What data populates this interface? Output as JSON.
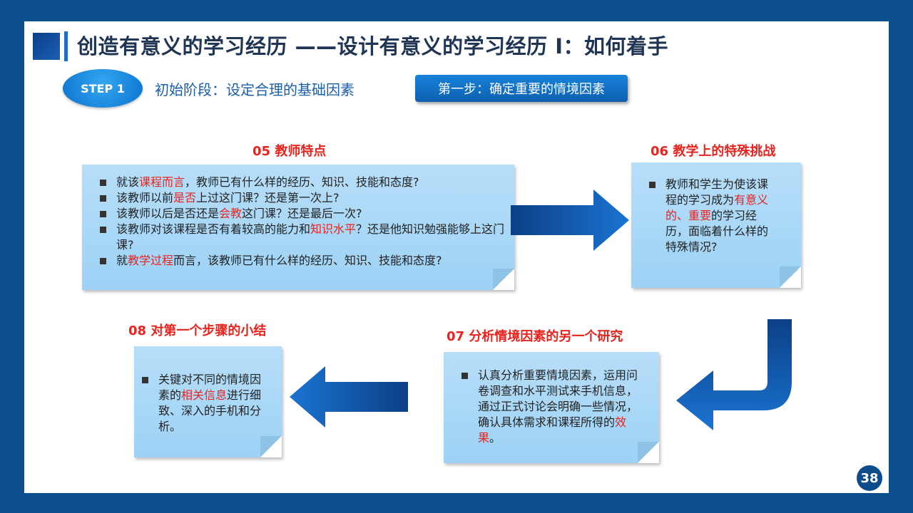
{
  "header": {
    "title": "创造有意义的学习经历 ——设计有意义的学习经历 Ⅰ：如何着手"
  },
  "step": {
    "badge": "STEP 1",
    "stage": "初始阶段：设定合理的基础因素",
    "box": "第一步：确定重要的情境因素"
  },
  "sections": {
    "s05": {
      "title": "05  教师特点",
      "items": [
        {
          "a": "就该",
          "h": "课程而言",
          "b": "，教师已有什么样的经历、知识、技能和态度?"
        },
        {
          "a": "该教师以前",
          "h": "是否",
          "b": "上过这门课？还是第一次上?"
        },
        {
          "a": "该教师以后是否还是",
          "h": "会教",
          "b": "这门课？还是最后一次?"
        },
        {
          "a": "该教师对该课程是否有着较高的能力和",
          "h": "知识水平",
          "b": "？还是他知识勉强能够上这门课?"
        },
        {
          "a": "就",
          "h": "教学过程",
          "b": "而言，该教师已有什么样的经历、知识、技能和态度?"
        }
      ]
    },
    "s06": {
      "title": "06  教学上的特殊挑战",
      "item": {
        "a": "教师和学生为使该课程的学习成为",
        "h1": "有意义的",
        "m": "、",
        "h2": "重要",
        "b": "的学习经历，面临着什么样的特殊情况?"
      }
    },
    "s07": {
      "title": "07  分析情境因素的另一个研究",
      "item": {
        "a": "认真分析重要情境因素，运用问卷调查和水平测试来手机信息，通过正式讨论会明确一些情况，确认具体需求和课程所得的",
        "h": "效果",
        "b": "。"
      }
    },
    "s08": {
      "title": "08  对第一个步骤的小结",
      "item": {
        "a": "关键对不同的情境因素的",
        "h": "相关信息",
        "b": "进行细致、深入的手机和分析。"
      }
    }
  },
  "page": {
    "number": "38"
  },
  "colors": {
    "background": "#0b4f8f",
    "accent_blue": "#1c6fc4",
    "highlight_red": "#e8241f",
    "note_blue": "#a9d8f7"
  },
  "icons": [
    "arrow-right-icon",
    "arrow-down-left-icon",
    "arrow-left-icon"
  ]
}
